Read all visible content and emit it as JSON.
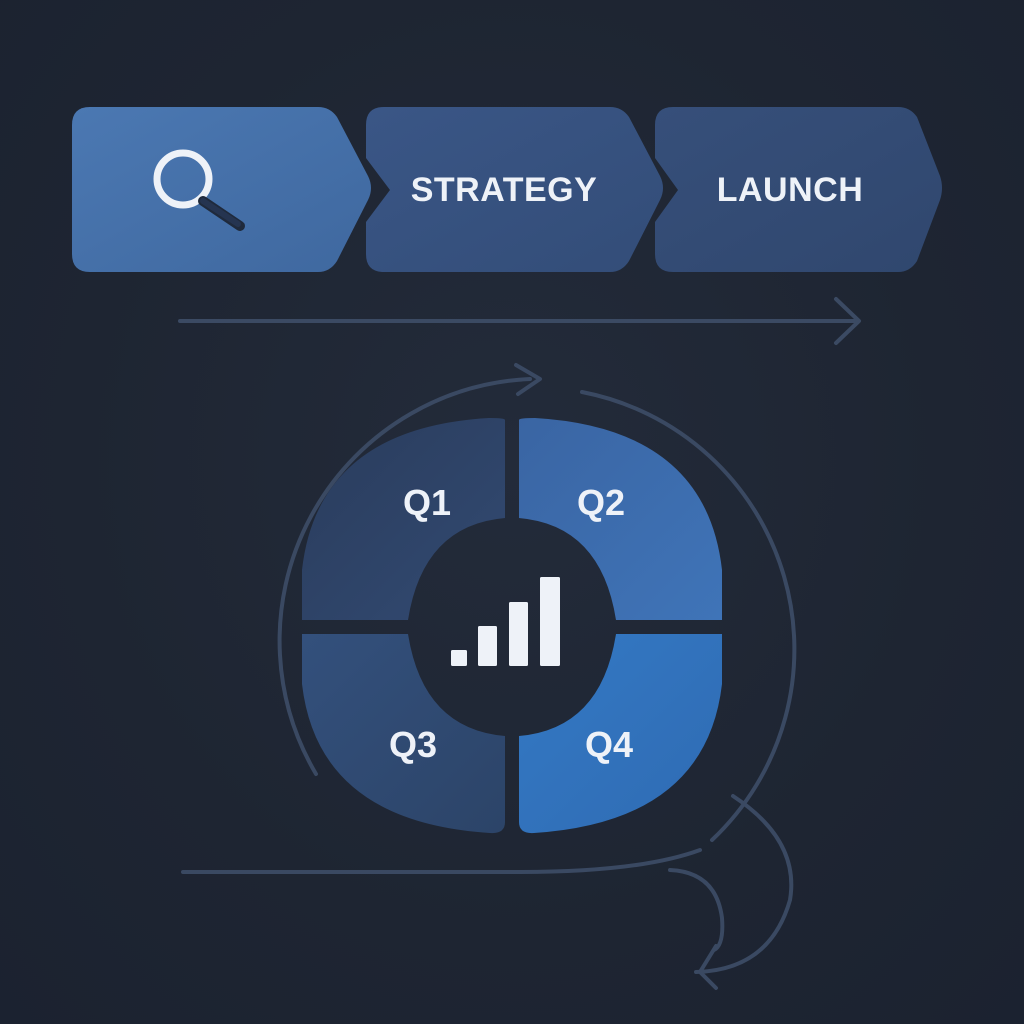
{
  "stages": [
    {
      "label": "",
      "icon": "search-icon"
    },
    {
      "label": "STRATEGY"
    },
    {
      "label": "LAUNCH"
    }
  ],
  "cycle": {
    "quarters": [
      {
        "label": "Q1"
      },
      {
        "label": "Q2"
      },
      {
        "label": "Q3"
      },
      {
        "label": "Q4"
      }
    ],
    "center_icon": "bar-chart-icon"
  },
  "colors": {
    "background": "#1f2634",
    "stage_active": "#4873ad",
    "stage_inactive": "#36507a",
    "q1": "#2f4468",
    "q2": "#3b6db0",
    "q3": "#2f4a74",
    "q4": "#3273c0",
    "connector": "#3d4d68",
    "text": "#eef2f8"
  }
}
